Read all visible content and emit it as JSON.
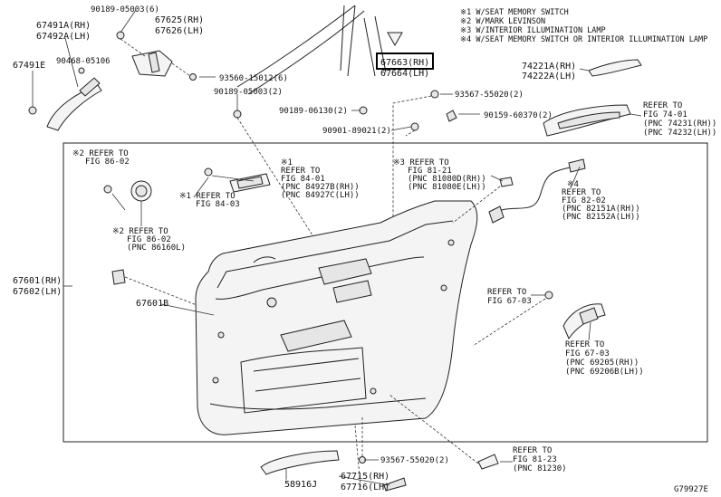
{
  "legend": [
    "※1 W/SEAT MEMORY SWITCH",
    "※2 W/MARK LEVINSON",
    "※3 W/INTERIOR ILLUMINATION LAMP",
    "※4 W/SEAT MEMORY SWITCH OR INTERIOR ILLUMINATION LAMP"
  ],
  "labels": {
    "p90189_05003_6": "90189-05003(6)",
    "p67491A": "67491A(RH)",
    "p67492A": "67492A(LH)",
    "p67625": "67625(RH)",
    "p67626": "67626(LH)",
    "p67491E": "67491E",
    "p90468": "90468-05106",
    "p93560": "93560-15012(6)",
    "p90189_05003_2": "90189-05003(2)",
    "p67663": "67663(RH)",
    "p67664": "67664(LH)",
    "p74221A": "74221A(RH)",
    "p74222A": "74222A(LH)",
    "p93567_top": "93567-55020(2)",
    "p90189_06130": "90189-06130(2)",
    "p90159": "90159-60370(2)",
    "p90901": "90901-89021(2)",
    "r7401_1": "REFER TO",
    "r7401_2": "FIG 74-01",
    "r7401_3": "(PNC 74231(RH))",
    "r7401_4": "(PNC 74232(LH))",
    "r8602a_1": "※2 REFER TO",
    "r8602a_2": "FIG 86-02",
    "r8401a_1": "※1",
    "r8401a_2": "REFER TO",
    "r8401a_3": "FIG 84-01",
    "r8401a_4": "(PNC 84927B(RH))",
    "r8401a_5": "(PNC 84927C(LH))",
    "r8403_1": "※1 REFER TO",
    "r8403_2": "FIG 84-03",
    "r8121_1": "※3 REFER TO",
    "r8121_2": "FIG 81-21",
    "r8121_3": "(PNC 81080D(RH))",
    "r8121_4": "(PNC 81080E(LH))",
    "r8202_0": "※4",
    "r8202_1": "REFER TO",
    "r8202_2": "FIG 82-02",
    "r8202_3": "(PNC 82151A(RH))",
    "r8202_4": "(PNC 82152A(LH))",
    "r8602b_1": "※2 REFER TO",
    "r8602b_2": "FIG 86-02",
    "r8602b_3": "(PNC 86160L)",
    "p67601": "67601(RH)",
    "p67602": "67602(LH)",
    "p67601B": "67601B",
    "r6703a_1": "REFER TO",
    "r6703a_2": "FIG 67-03",
    "r6703b_1": "REFER TO",
    "r6703b_2": "FIG 67-03",
    "r6703b_3": "(PNC 69205(RH))",
    "r6703b_4": "(PNC 69206B(LH))",
    "p93567_bot": "93567-55020(2)",
    "r8123_1": "REFER TO",
    "r8123_2": "FIG 81-23",
    "r8123_3": "(PNC 81230)",
    "p58916J": "58916J",
    "p67715": "67715(RH)",
    "p67716": "67716(LH)",
    "fig_code": "G79927E"
  }
}
